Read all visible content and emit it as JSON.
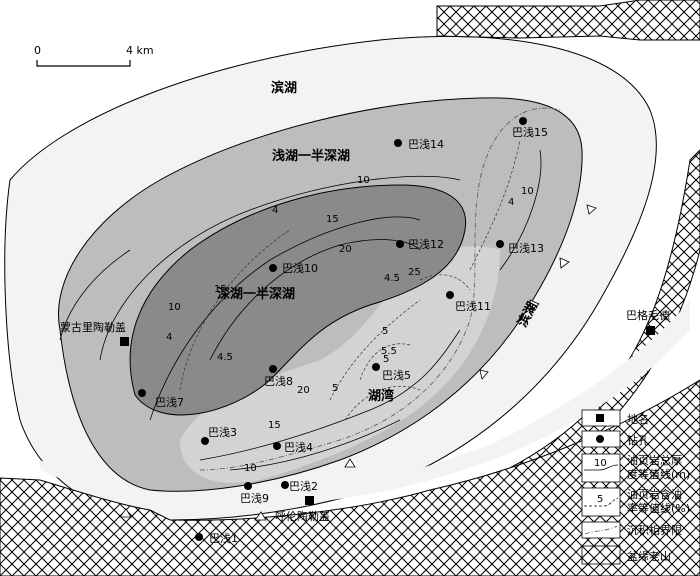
{
  "scale_bar": {
    "start_label": "0",
    "end_label": "4 km"
  },
  "zones": {
    "shore_lake_top": "滨湖",
    "shore_lake_right": "滨湖",
    "shallow_semi_deep": "浅湖一半深湖",
    "deep_semi_deep": "深湖一半深湖",
    "bay": "湖湾"
  },
  "places": {
    "menggu": "蒙古里陶勒盖",
    "hulun": "呼伦陶勒盖",
    "bage": "巴格毛德"
  },
  "wells": {
    "w1": "巴浅1",
    "w2": "巴浅2",
    "w3": "巴浅3",
    "w4": "巴浅4",
    "w5": "巴浅5",
    "w7": "巴浅7",
    "w8": "巴浅8",
    "w9": "巴浅9",
    "w10": "巴浅10",
    "w11": "巴浅11",
    "w12": "巴浅12",
    "w13": "巴浅13",
    "w14": "巴浅14",
    "w15": "巴浅15"
  },
  "thickness_contours": {
    "c10_top": "10",
    "c15_top": "15",
    "c20_top": "20",
    "c15_bottom": "15",
    "c20_mid": "20",
    "c10_bottom": "10",
    "c10_right": "10",
    "c15_left": "15",
    "c10_left": "10"
  },
  "oil_rate_contours": {
    "r4_top": "4",
    "r4_left": "4",
    "r4_right": "4",
    "r45_left": "4.5",
    "r45_mid": "4.5",
    "r5_a": "5",
    "r5_b": "5",
    "r5_c": "5",
    "r55": "5.5"
  },
  "other_labels": {
    "n25": "25"
  },
  "legend": {
    "place": "地名",
    "well": "钻孔",
    "thickness_1": "油页岩总厚",
    "thickness_2": "度等值线(m)",
    "thickness_sample": "10",
    "oilrate_1": "油页岩含油",
    "oilrate_2": "率等值线(%)",
    "oilrate_sample": "5",
    "facies": "沉积相界限",
    "mountain": "盆缘老山"
  },
  "colors": {
    "background": "#ffffff",
    "basin_outer": "#eeeeee",
    "shore_lake": "#f4f4f4",
    "shallow_lake": "#bdbdbd",
    "deep_lake": "#8a8a8a",
    "bay": "#d4d4d4",
    "line": "#000000"
  }
}
